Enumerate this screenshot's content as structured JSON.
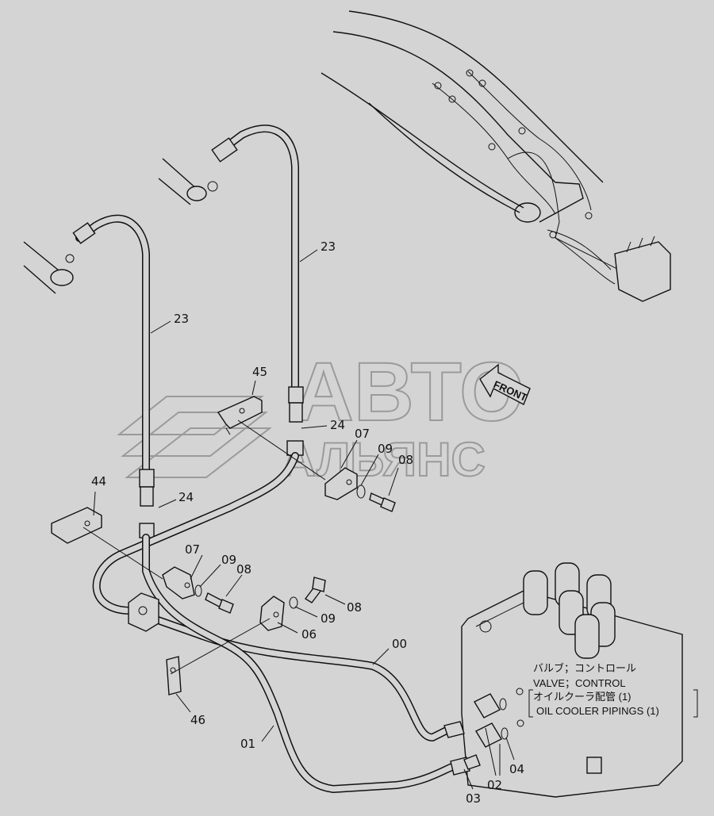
{
  "watermark": {
    "line1": "АВТО",
    "line2": "АЛЬЯНС"
  },
  "front_label": "FRONT",
  "caption": {
    "line1": "バルブ；コントロール",
    "line2": "VALVE；CONTROL",
    "line3": "オイルクーラ配管 (1)",
    "line4": "OIL COOLER PIPINGS (1)"
  },
  "part_numbers": {
    "hose_left": "23",
    "hose_right": "23",
    "p45": "45",
    "p24_upper": "24",
    "p07_upper": "07",
    "p09_upper": "09",
    "p08_upper": "08",
    "p44": "44",
    "p24_lower": "24",
    "p07_lower": "07",
    "p09_lower": "09",
    "p08_lower": "08",
    "p08_mid": "08",
    "p09_mid": "09",
    "p06": "06",
    "p00": "00",
    "p46": "46",
    "p01": "01",
    "p04": "04",
    "p02": "02",
    "p03": "03"
  }
}
